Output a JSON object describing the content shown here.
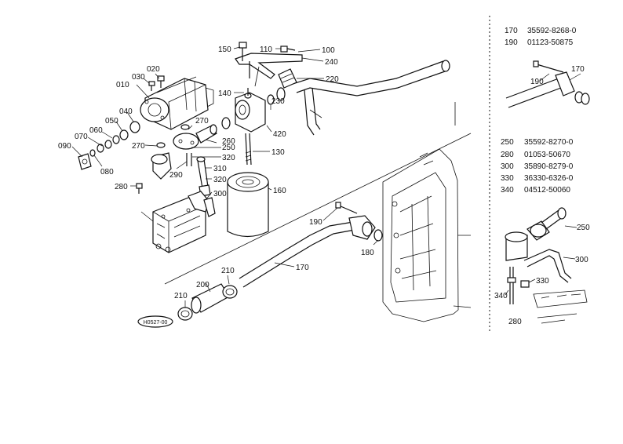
{
  "diagram": {
    "stamp": "H0527-00",
    "callouts": {
      "c010": "010",
      "c020": "020",
      "c030": "030",
      "c040": "040",
      "c050": "050",
      "c060": "060",
      "c070": "070",
      "c080": "080",
      "c090": "090",
      "c100": "100",
      "c110": "110",
      "c130": "130",
      "c140": "140",
      "c150": "150",
      "c160": "160",
      "c170": "170",
      "c180": "180",
      "c190": "190",
      "c200": "200",
      "c210a": "210",
      "c210b": "210",
      "c220": "220",
      "c230": "230",
      "c240": "240",
      "c250": "250",
      "c260": "260",
      "c270a": "270",
      "c270b": "270",
      "c280": "280",
      "c290": "290",
      "c300": "300",
      "c310": "310",
      "c320a": "320",
      "c320b": "320",
      "c420": "420"
    }
  },
  "reference": {
    "top_table": [
      {
        "no": "170",
        "part": "35592-8268-0"
      },
      {
        "no": "190",
        "part": "01123-50875"
      }
    ],
    "top_inset_labels": {
      "a": "190",
      "b": "170"
    },
    "bottom_table": [
      {
        "no": "250",
        "part": "35592-8270-0"
      },
      {
        "no": "280",
        "part": "01053-50670"
      },
      {
        "no": "300",
        "part": "35890-8279-0"
      },
      {
        "no": "330",
        "part": "36330-6326-0"
      },
      {
        "no": "340",
        "part": "04512-50060"
      }
    ],
    "bottom_inset_labels": {
      "a": "250",
      "b": "300",
      "c": "330",
      "d": "340",
      "e": "280"
    }
  }
}
